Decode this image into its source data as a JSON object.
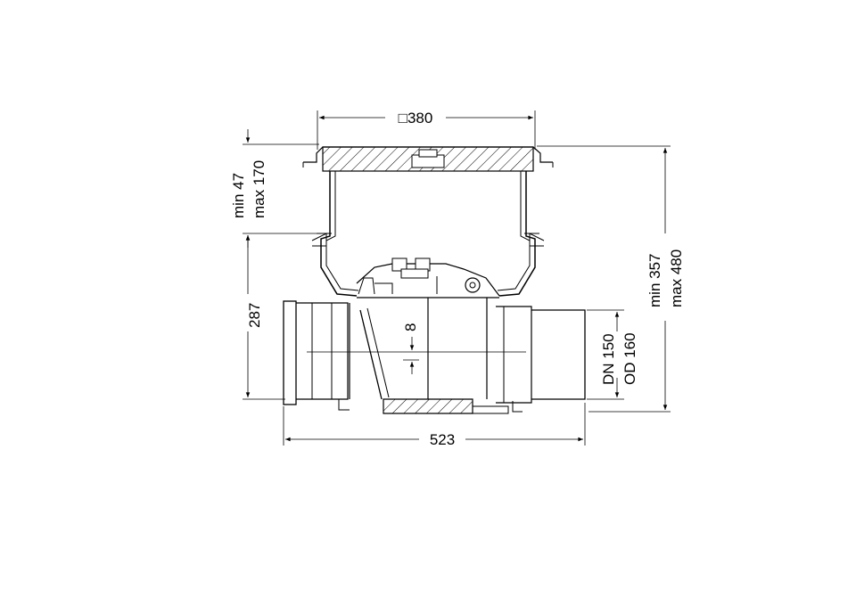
{
  "dimensions": {
    "top_square": "□380",
    "adjust_min": "min 47",
    "adjust_max": "max 170",
    "lower_height": "287",
    "total_min": "min 357",
    "total_max": "max 480",
    "offset": "8",
    "pipe_dn": "DN 150",
    "pipe_od": "OD 160",
    "overall_length": "523"
  },
  "colors": {
    "line": "#000000",
    "background": "#ffffff"
  }
}
